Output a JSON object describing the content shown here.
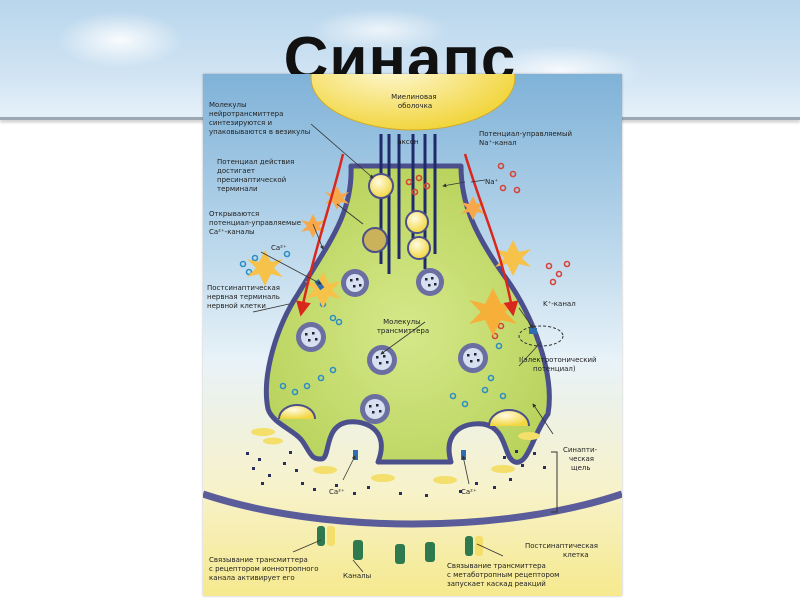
{
  "slide": {
    "title": "Синапс"
  },
  "labels": {
    "myelin": [
      "Миелиновая",
      "оболочка"
    ],
    "axon": "аксон",
    "molecules_synth": [
      "Молекулы",
      "нейротрансмиттера",
      "синтезируются и",
      "упаковываются в везикулы"
    ],
    "na_channel": [
      "Потенциал-управляемый",
      "Na⁺-канал"
    ],
    "na_ion": "Na⁺",
    "action_potential": [
      "Потенциал действия",
      "достигает",
      "пресинаптической",
      "терминали"
    ],
    "ca_channels": [
      "Открываются",
      "потенциал-управляемые",
      "Ca²⁺-каналы"
    ],
    "ca_top": "Ca²⁺",
    "postsyn_terminal": [
      "Постсинаптическая",
      "нервная терминаль",
      "нервной клетки"
    ],
    "k_channel": "K⁺-канал",
    "transmitter_molecules": [
      "Молекулы",
      "трансмиттера"
    ],
    "electrotonic": [
      "I(электротонический",
      "потенциал)"
    ],
    "cleft": [
      "Синапти-",
      "ческая",
      "щель"
    ],
    "ca_left": "Ca²⁺",
    "ca_right": "Ca²⁺",
    "postsyn_cell": [
      "Постсинаптическая",
      "клетка"
    ],
    "ionotropic": [
      "Связывание трансмиттера",
      "с рецептором ионнотропного",
      "канала активирует его"
    ],
    "channels": "Каналы",
    "metabotropic": [
      "Связывание трансмиттера",
      "с метаботропным рецептором",
      "запускает каскад реакций"
    ]
  },
  "colors": {
    "terminal_fill": "#c5dc6a",
    "membrane": "#4b4f8c",
    "myelin": "#f5e27a",
    "vesicle": "#6a6ea0",
    "na_dot": "#d6443a",
    "ca_dot": "#2f8fc4",
    "arrow": "#d9271e",
    "receptor": "#2e7a4e"
  }
}
